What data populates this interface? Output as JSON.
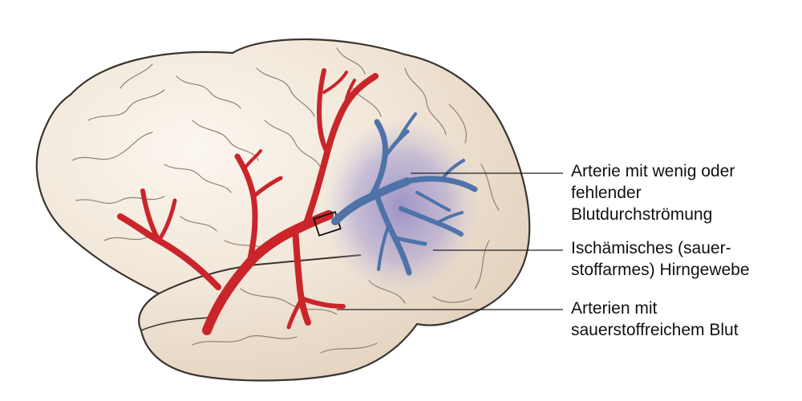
{
  "labels": {
    "occluded_artery": [
      "Arterie mit wenig oder",
      "fehlender",
      "Blutdurchströmung"
    ],
    "ischemic_tissue": [
      "Ischämisches (sauer-",
      "stoffarmes) Hirngewebe"
    ],
    "oxygenated_arteries": [
      "Arterien mit",
      "sauerstoffreichem Blut"
    ]
  },
  "colors": {
    "brain_fill": "#f1e6d8",
    "brain_outline": "#3a3530",
    "oxygenated_artery": "#d3272b",
    "deoxygenated_vessel": "#5479ab",
    "ischemic_zone": "#9a8fc9",
    "leader_line": "#222222"
  },
  "icons": [
    "brain-outline",
    "artery-tree",
    "vein-tree",
    "blockage-marker"
  ]
}
